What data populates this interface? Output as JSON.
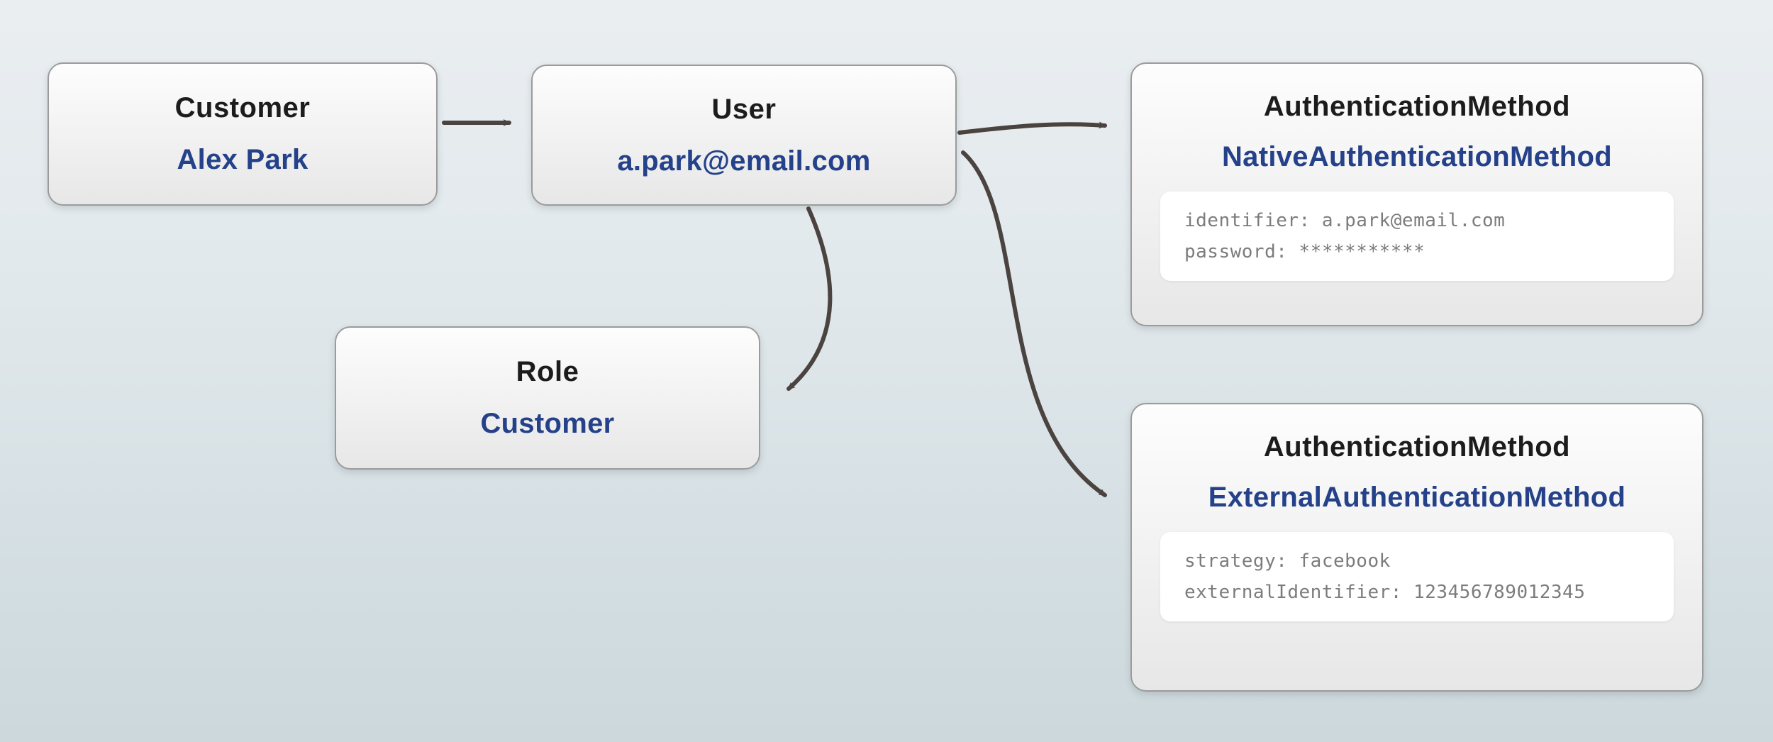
{
  "diagram": {
    "type": "entity-relationship",
    "arrow_color": "#4b4340",
    "value_color": "#24418a",
    "title_color": "#1c1c1c"
  },
  "nodes": {
    "customer": {
      "title": "Customer",
      "value": "Alex Park"
    },
    "user": {
      "title": "User",
      "value": "a.park@email.com"
    },
    "native_auth": {
      "title": "AuthenticationMethod",
      "value": "NativeAuthenticationMethod",
      "attributes": [
        "identifier: a.park@email.com",
        "password: ***********"
      ]
    },
    "role": {
      "title": "Role",
      "value": "Customer"
    },
    "external_auth": {
      "title": "AuthenticationMethod",
      "value": "ExternalAuthenticationMethod",
      "attributes": [
        "strategy: facebook",
        "externalIdentifier: 123456789012345"
      ]
    }
  },
  "edges": [
    {
      "from": "customer",
      "to": "user"
    },
    {
      "from": "user",
      "to": "native_auth"
    },
    {
      "from": "user",
      "to": "role"
    },
    {
      "from": "user",
      "to": "external_auth"
    }
  ]
}
